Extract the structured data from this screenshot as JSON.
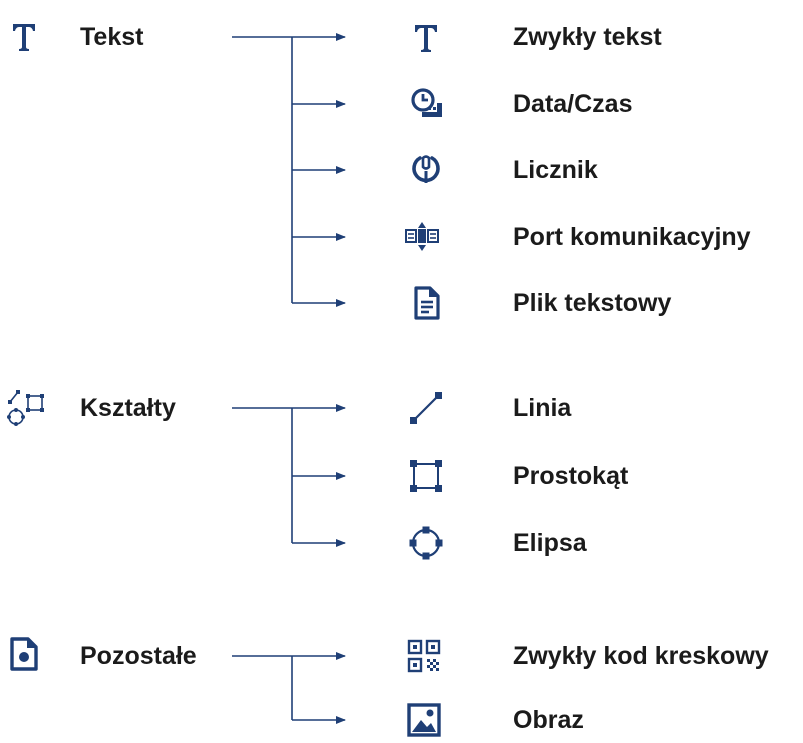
{
  "colors": {
    "accent": "#1f3f76",
    "text": "#1b1b1b",
    "background": "#ffffff"
  },
  "groups": [
    {
      "label": "Tekst",
      "icon": "text-t-icon",
      "children": [
        {
          "label": "Zwykły tekst",
          "icon": "text-t-icon"
        },
        {
          "label": "Data/Czas",
          "icon": "clock-calendar-icon"
        },
        {
          "label": "Licznik",
          "icon": "counter-icon"
        },
        {
          "label": "Port komunikacyjny",
          "icon": "communication-port-icon"
        },
        {
          "label": "Plik tekstowy",
          "icon": "text-file-icon"
        }
      ]
    },
    {
      "label": "Kształty",
      "icon": "shapes-icon",
      "children": [
        {
          "label": "Linia",
          "icon": "line-icon"
        },
        {
          "label": "Prostokąt",
          "icon": "rectangle-icon"
        },
        {
          "label": "Elipsa",
          "icon": "ellipse-icon"
        }
      ]
    },
    {
      "label": "Pozostałe",
      "icon": "other-file-icon",
      "children": [
        {
          "label": "Zwykły kod kreskowy",
          "icon": "qr-code-icon"
        },
        {
          "label": "Obraz",
          "icon": "image-icon"
        }
      ]
    }
  ]
}
